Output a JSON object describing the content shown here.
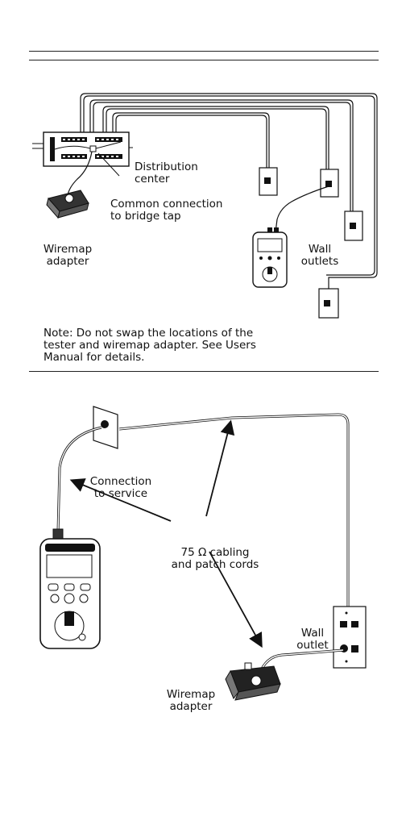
{
  "figure1": {
    "distribution_label": [
      "Distribution",
      "center"
    ],
    "common_label": [
      "Common connection",
      "to bridge tap"
    ],
    "wiremap_label": [
      "Wiremap",
      "adapter"
    ],
    "wall_label": [
      "Wall",
      "outlets"
    ],
    "note": [
      "Note: Do not swap the locations of the",
      "tester and wiremap adapter. See Users",
      "Manual for details."
    ]
  },
  "figure2": {
    "connection_label": [
      "Connection",
      "to service"
    ],
    "cabling_label": [
      "75 Ω cabling",
      "and patch cords"
    ],
    "wall_label": [
      "Wall",
      "outlet"
    ],
    "wiremap_label": [
      "Wiremap",
      "adapter"
    ]
  }
}
